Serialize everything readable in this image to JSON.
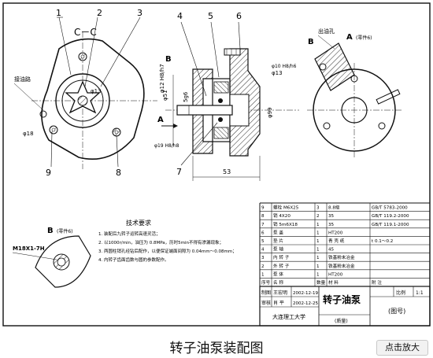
{
  "section_label": "C－C",
  "part_numbers": {
    "p1": "1",
    "p2": "2",
    "p3": "3",
    "p4": "4",
    "p5": "5",
    "p6": "6",
    "p7": "7",
    "p8": "8",
    "p9": "9"
  },
  "annotations": {
    "oil_out_left": "接油路",
    "oil_out_right": "出油孔",
    "phi18": "φ18",
    "phi13_left": "φ13",
    "phi13_mid": "φ13",
    "phi12_h8": "φ12 H8/h7",
    "phi51": "φ51",
    "phi19_h8": "φ19 H8/h8",
    "phi10_h8": "φ10 H8/h6",
    "phi99": "φ99",
    "dim_53": "53",
    "view_A_left": "A",
    "view_B_left": "B",
    "view_A_right": "A",
    "view_A_right_note": "(零件6)",
    "view_B_right": "B",
    "view_B_bottom": "B",
    "view_B_bottom_note": "(零件6)",
    "thread": "M18X1-7H",
    "dim_5g6": "5g6"
  },
  "tech_req": {
    "title": "技术要求",
    "items": [
      "1. 装配后九转子运转高速灵活；",
      "2. 以1000r/min，油压为 0.8MPa，历时5min不得有渗漏现象；",
      "3. 两圆柱销孔经钻后配作，以便保证端面间隙为 0.04mm～0.08mm；",
      "4. 内转子齿面齿数与圆的参数配作。"
    ]
  },
  "bom": {
    "rows": [
      {
        "no": "9",
        "name": "螺栓 M6X25",
        "qty": "3",
        "material": "8.8级",
        "note": "GB/T 5783-2000"
      },
      {
        "no": "8",
        "name": "销 4X20",
        "qty": "2",
        "material": "35",
        "note": "GB/T 119.2-2000"
      },
      {
        "no": "7",
        "name": "销 5m6X18",
        "qty": "1",
        "material": "35",
        "note": "GB/T 119.1-2000"
      },
      {
        "no": "6",
        "name": "泵 盖",
        "qty": "1",
        "material": "HT200",
        "note": ""
      },
      {
        "no": "5",
        "name": "垫 片",
        "qty": "1",
        "material": "青 壳 纸",
        "note": "t 0.1～0.2"
      },
      {
        "no": "4",
        "name": "泵 轴",
        "qty": "1",
        "material": "45",
        "note": ""
      },
      {
        "no": "3",
        "name": "内 转 子",
        "qty": "1",
        "material": "铁基粉末冶金",
        "note": ""
      },
      {
        "no": "2",
        "name": "外 转 子",
        "qty": "1",
        "material": "铁基粉末冶金",
        "note": ""
      },
      {
        "no": "1",
        "name": "泵 体",
        "qty": "1",
        "material": "HT200",
        "note": ""
      }
    ],
    "header": {
      "no": "序号",
      "name": "名 称",
      "qty": "数量",
      "material": "材 料",
      "note": "附 注"
    }
  },
  "title_block": {
    "drawing_name": "转子油泵",
    "drawn_label": "制图",
    "drawn_name": "王宏明",
    "drawn_date": "2002-12-19",
    "check_label": "审核",
    "check_name": "肖 平",
    "check_date": "2002-12-25",
    "ratio_label": "比例",
    "ratio_value": "1:1",
    "school": "大连理工大学",
    "drawing_no_label": "(图号)",
    "mass_label": "(质量)"
  },
  "caption": "转子油泵装配图",
  "zoom_button": "点击放大"
}
